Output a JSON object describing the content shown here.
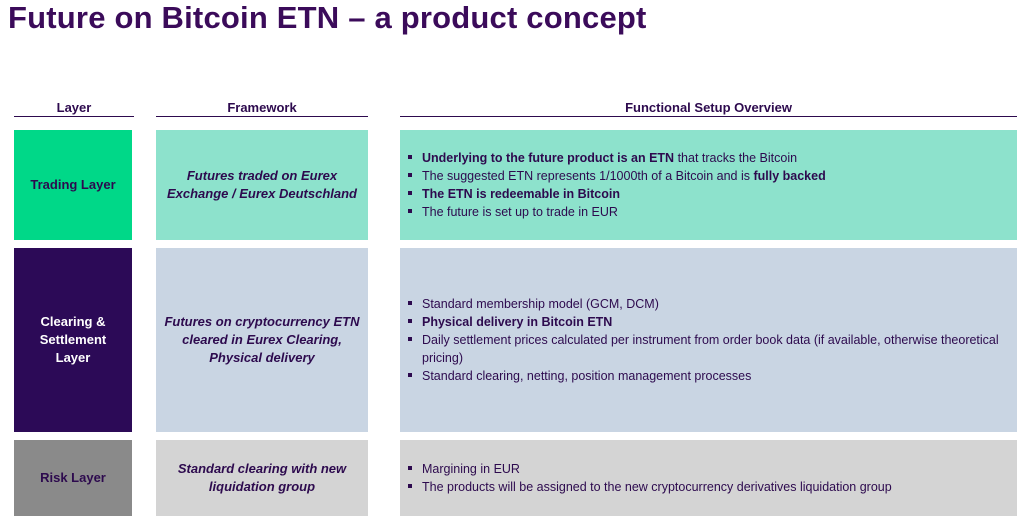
{
  "title": "Future on Bitcoin ETN – a product concept",
  "headers": {
    "layer": "Layer",
    "framework": "Framework",
    "functional": "Functional Setup Overview"
  },
  "colors": {
    "trading_layer": "#00d888",
    "trading_light": "#8de2cc",
    "clearing_layer": "#2c0a57",
    "clearing_light": "#c9d5e3",
    "risk_layer": "#8a8a8a",
    "risk_light": "#d4d4d4"
  },
  "rows": [
    {
      "layer": "Trading Layer",
      "framework": [
        "Futures traded on Eurex",
        "Exchange / Eurex Deutschland"
      ],
      "bullets": [
        {
          "bold": "Underlying to the future product is an ETN",
          "rest": " that tracks the Bitcoin"
        },
        {
          "pre": "The suggested ETN represents 1/1000th of a Bitcoin and is ",
          "bold": "fully backed"
        },
        {
          "bold": "The ETN is redeemable in Bitcoin"
        },
        {
          "pre": "The future is set up to trade in EUR"
        }
      ]
    },
    {
      "layer": [
        "Clearing &",
        "Settlement",
        "Layer"
      ],
      "framework": [
        "Futures on cryptocurrency ETN",
        "cleared in Eurex Clearing,",
        "Physical delivery"
      ],
      "bullets": [
        {
          "pre": "Standard membership model (GCM, DCM)"
        },
        {
          "bold": "Physical delivery in Bitcoin ETN"
        },
        {
          "pre": "Daily settlement prices calculated per instrument from order book data (if available, otherwise theoretical pricing)"
        },
        {
          "pre": "Standard clearing, netting, position management processes"
        }
      ]
    },
    {
      "layer": "Risk Layer",
      "framework": [
        "Standard clearing with new",
        "liquidation group"
      ],
      "bullets": [
        {
          "pre": "Margining in EUR"
        },
        {
          "pre": "The products will be assigned to the new cryptocurrency derivatives liquidation group"
        }
      ]
    }
  ]
}
